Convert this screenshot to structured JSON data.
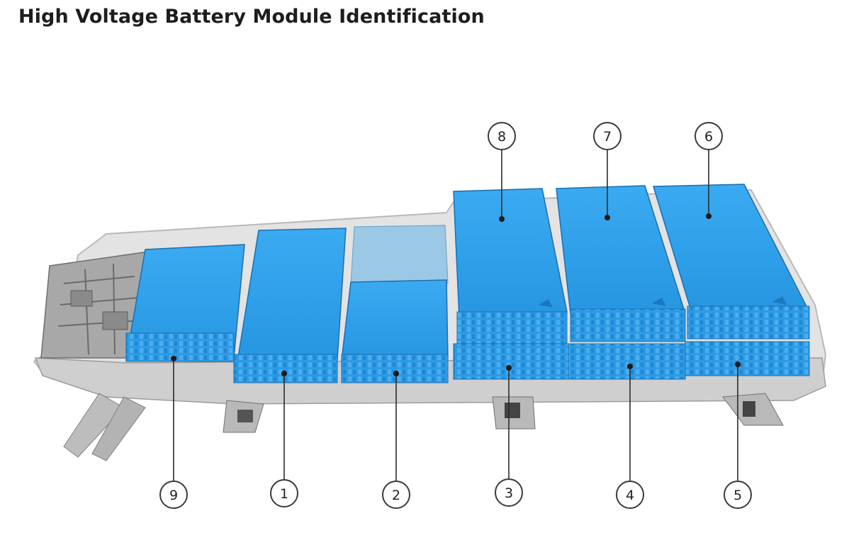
{
  "title": "High Voltage Battery Module Identification",
  "colors": {
    "module_top": "#2ea3f0",
    "module_side": "#1f86d2",
    "tray": "#c9c9c9",
    "tray_dark": "#8e8e8e",
    "callout_stroke": "#3a3a3a"
  },
  "callouts": {
    "c1": "1",
    "c2": "2",
    "c3": "3",
    "c4": "4",
    "c5": "5",
    "c6": "6",
    "c7": "7",
    "c8": "8",
    "c9": "9"
  }
}
